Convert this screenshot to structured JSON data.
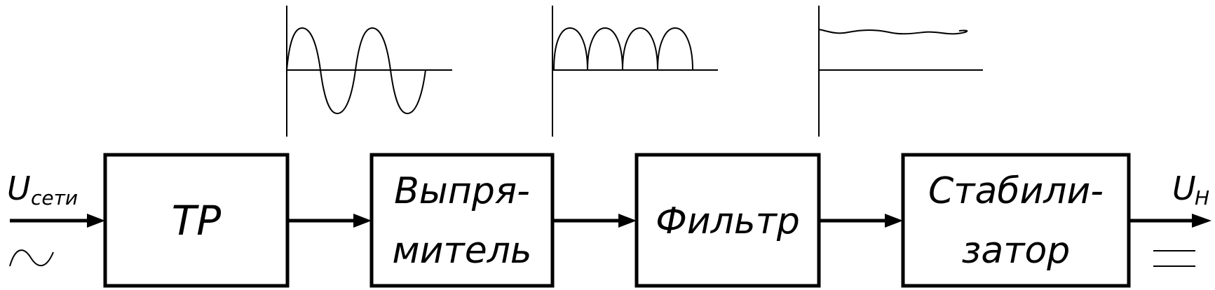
{
  "input": {
    "label_main": "U",
    "label_sub": "сети",
    "ac_symbol_name": "ac-sine-icon"
  },
  "output": {
    "label_main": "U",
    "label_sub": "Н",
    "dc_symbol_name": "dc-lines-icon"
  },
  "blocks": [
    {
      "id": "transformer",
      "lines": [
        "ТР"
      ]
    },
    {
      "id": "rectifier",
      "lines": [
        "Выпря-",
        "митель"
      ]
    },
    {
      "id": "filter",
      "lines": [
        "Фильтр"
      ]
    },
    {
      "id": "stabilizer",
      "lines": [
        "Стабили-",
        "затор"
      ]
    }
  ],
  "waveforms": [
    {
      "id": "ac-sine",
      "description_name": "sine-waveform"
    },
    {
      "id": "rectified",
      "description_name": "full-wave-rectified-waveform"
    },
    {
      "id": "filtered",
      "description_name": "filtered-ripple-waveform"
    }
  ],
  "colors": {
    "stroke": "#000000",
    "background": "#ffffff"
  }
}
